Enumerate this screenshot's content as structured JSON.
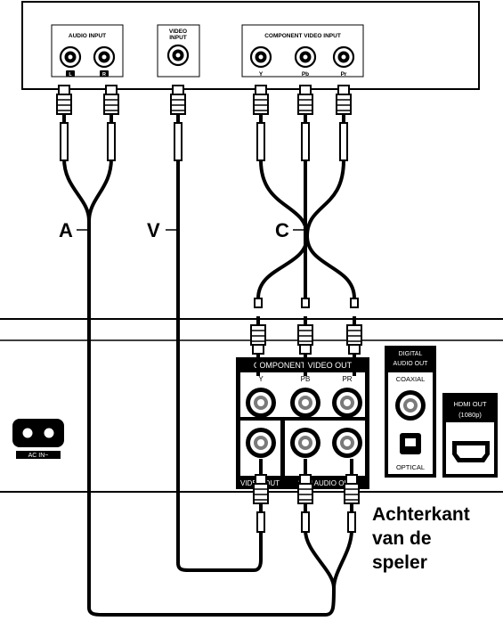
{
  "tv_panel": {
    "audio_input": "AUDIO INPUT",
    "audio_left": "L",
    "audio_right": "R",
    "video_input_line1": "VIDEO",
    "video_input_line2": "INPUT",
    "component_video_input": "COMPONENT VIDEO INPUT",
    "y": "Y",
    "pb": "Pb",
    "pr": "Pr"
  },
  "cables": {
    "audio": "A",
    "video": "V",
    "component": "C"
  },
  "player_panel": {
    "component_video_out": "COMPONENT VIDEO OUT",
    "y": "Y",
    "pb": "PB",
    "pr": "PR",
    "video_out": "VIDEO OUT",
    "audio_out": "2CH AUDIO OUT",
    "digital_audio_out_line1": "DIGITAL",
    "digital_audio_out_line2": "AUDIO OUT",
    "coaxial": "COAXIAL",
    "optical": "OPTICAL",
    "hdmi_out_line1": "HDMI OUT",
    "hdmi_out_line2": "(1080p)",
    "ac_in": "AC IN~"
  },
  "caption": {
    "line1": "Achterkant",
    "line2": "van de",
    "line3": "speler"
  }
}
